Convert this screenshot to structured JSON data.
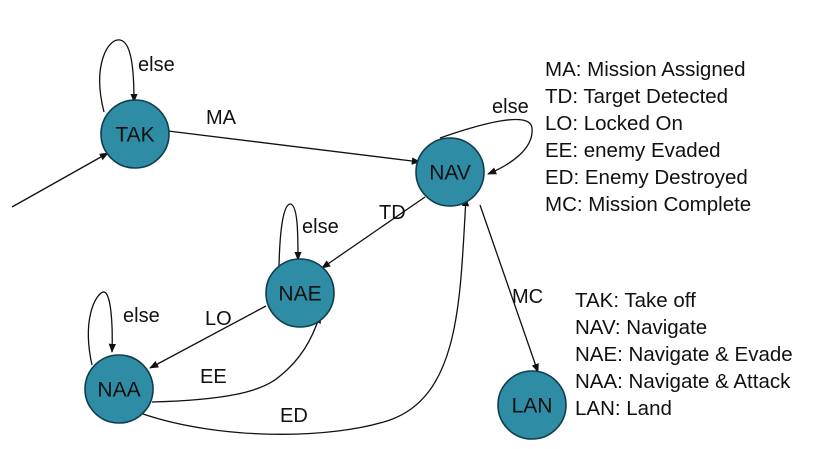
{
  "nodes": {
    "tak": "TAK",
    "nav": "NAV",
    "nae": "NAE",
    "naa": "NAA",
    "lan": "LAN"
  },
  "edges": {
    "tak_self": "else",
    "tak_nav": "MA",
    "nav_self": "else",
    "nav_nae": "TD",
    "nae_self": "else",
    "nae_naa": "LO",
    "naa_self": "else",
    "naa_nae": "EE",
    "naa_nav": "ED",
    "nav_lan": "MC"
  },
  "legend_events": [
    "MA: Mission Assigned",
    "TD: Target Detected",
    "LO: Locked On",
    "EE: enemy Evaded",
    "ED: Enemy Destroyed",
    "MC: Mission Complete"
  ],
  "legend_states": [
    "TAK: Take off",
    "NAV: Navigate",
    "NAE: Navigate & Evade",
    "NAA: Navigate & Attack",
    "LAN: Land"
  ]
}
